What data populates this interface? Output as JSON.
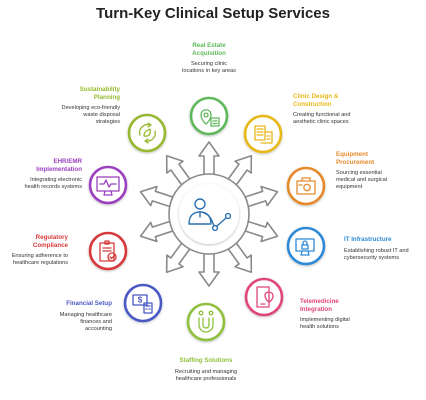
{
  "title": "Turn-Key Clinical Setup Services",
  "items": [
    {
      "heading": "Real Estate\nAcquisition",
      "desc": "Securing clinic\nlocations in key areas",
      "color": "#5fb85c",
      "icon": "building-pin-icon"
    },
    {
      "heading": "Clinic Design &\nConstruction",
      "desc": "Creating functional and\naesthetic clinic spaces",
      "color": "#e8b817",
      "icon": "blueprint-icon"
    },
    {
      "heading": "Equipment\nProcurement",
      "desc": "Sourcing essential\nmedical and surgical\nequipment",
      "color": "#e58a2c",
      "icon": "equipment-box-icon"
    },
    {
      "heading": "IT Infrastructure",
      "desc": "Establishing robust IT and\ncybersecurity systems",
      "color": "#2d8ad6",
      "icon": "computer-lock-icon"
    },
    {
      "heading": "Telemedicine\nIntegration",
      "desc": "Implementing digital\nhealth solutions",
      "color": "#e0447c",
      "icon": "tablet-heart-icon"
    },
    {
      "heading": "Staffing Solutions",
      "desc": "Recruiting and managing\nhealthcare professionals",
      "color": "#8fc03c",
      "icon": "people-magnet-icon"
    },
    {
      "heading": "Financial Setup",
      "desc": "Managing healthcare\nfinances and\naccounting",
      "color": "#4a58c4",
      "icon": "money-calculator-icon"
    },
    {
      "heading": "Regulatory\nCompliance",
      "desc": "Ensuring adherence to\nhealthcare regulations",
      "color": "#d8393a",
      "icon": "clipboard-check-icon"
    },
    {
      "heading": "EHR/EMR\nImplementation",
      "desc": "Integrating electronic\nhealth records systems",
      "color": "#9b3fc0",
      "icon": "monitor-pulse-icon"
    },
    {
      "heading": "Sustainability\nPlanning",
      "desc": "Developing eco-friendly\nwaste disposal\nstrategies",
      "color": "#96b82f",
      "icon": "recycle-leaf-icon"
    }
  ],
  "center": {
    "icon": "doctor-stethoscope-icon"
  }
}
